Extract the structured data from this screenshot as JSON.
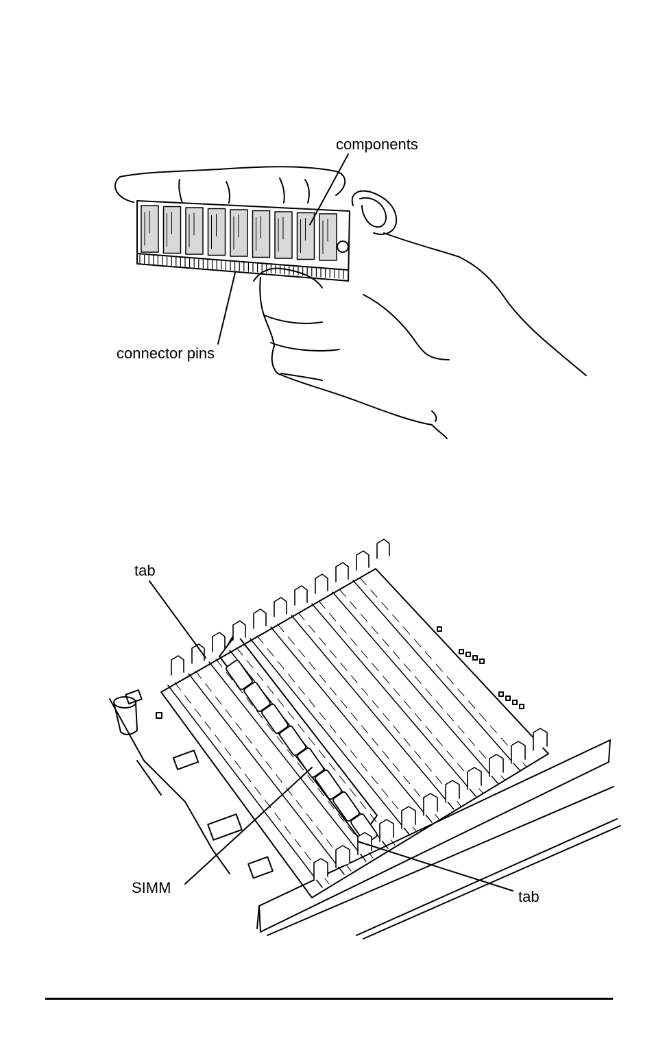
{
  "figure1": {
    "labels": {
      "components": "components",
      "connector_pins": "connector pins"
    }
  },
  "figure2": {
    "labels": {
      "tab_top": "tab",
      "simm": "SIMM",
      "tab_bottom": "tab"
    }
  },
  "colors": {
    "ink": "#000000",
    "paper": "#ffffff",
    "chip_gray": "#d8d8d8"
  }
}
